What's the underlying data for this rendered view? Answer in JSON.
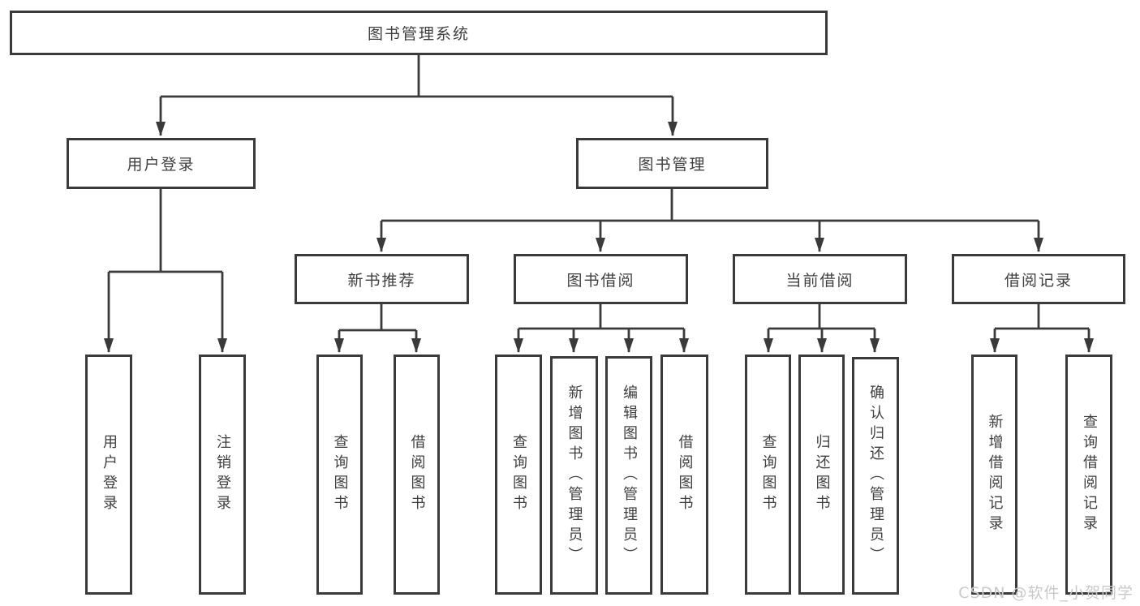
{
  "tree": {
    "root": "图书管理系统",
    "user_login": {
      "label": "用户登录",
      "children": [
        "用户登录",
        "注销登录"
      ]
    },
    "book_management": {
      "label": "图书管理",
      "sections": [
        {
          "label": "新书推荐",
          "children": [
            "查询图书",
            "借阅图书"
          ]
        },
        {
          "label": "图书借阅",
          "children": [
            "查询图书",
            "新增图书（管理员）",
            "编辑图书（管理员）",
            "借阅图书"
          ]
        },
        {
          "label": "当前借阅",
          "children": [
            "查询图书",
            "归还图书",
            "确认归还（管理员）"
          ]
        },
        {
          "label": "借阅记录",
          "children": [
            "新增借阅记录",
            "查询借阅记录"
          ]
        }
      ]
    }
  },
  "watermark": {
    "text": "CSDN @软件_小贺同学"
  },
  "colors": {
    "line": "#3a3a3a",
    "text": "#3f3f3f",
    "watermark": "#c9c9c9",
    "background": "#ffffff"
  }
}
